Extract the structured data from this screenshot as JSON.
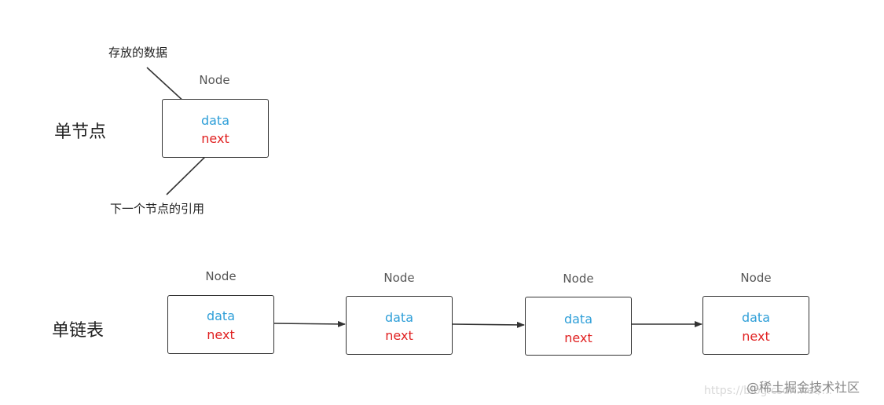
{
  "single_node": {
    "section_label": "单节点",
    "title": "Node",
    "data_label": "data",
    "next_label": "next",
    "data_annotation": "存放的数据",
    "next_annotation": "下一个节点的引用"
  },
  "linked_list": {
    "section_label": "单链表",
    "nodes": [
      {
        "title": "Node",
        "data_label": "data",
        "next_label": "next"
      },
      {
        "title": "Node",
        "data_label": "data",
        "next_label": "next"
      },
      {
        "title": "Node",
        "data_label": "data",
        "next_label": "next"
      },
      {
        "title": "Node",
        "data_label": "data",
        "next_label": "next"
      }
    ]
  },
  "watermark": {
    "url": "https://blog.csdn.net/...",
    "text": "@稀土掘金技术社区"
  }
}
